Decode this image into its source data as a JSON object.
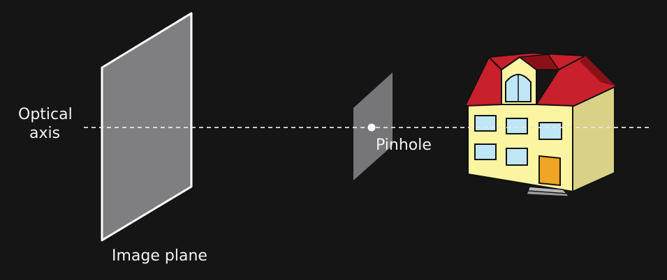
{
  "labels": {
    "optical_axis": [
      "Optical",
      "axis"
    ],
    "image_plane": "Image plane",
    "pinhole": "Pinhole"
  },
  "colors": {
    "background": "#161516",
    "image_plane_fill": "#7f7e80",
    "image_plane_border": "#ffffff",
    "pinhole_plane_fill": "#767577",
    "axis_line": "#e6e6e6",
    "text": "#f2f2f2",
    "house_wall": "#fbf5a2",
    "house_wall_shade": "#d9d186",
    "house_roof": "#c8202c",
    "house_roof_dark": "#8b1119",
    "house_window": "#bfe6f5",
    "house_door": "#f0a524"
  },
  "icons": {
    "house": "house-icon",
    "pinhole_point": "pinhole-dot"
  }
}
